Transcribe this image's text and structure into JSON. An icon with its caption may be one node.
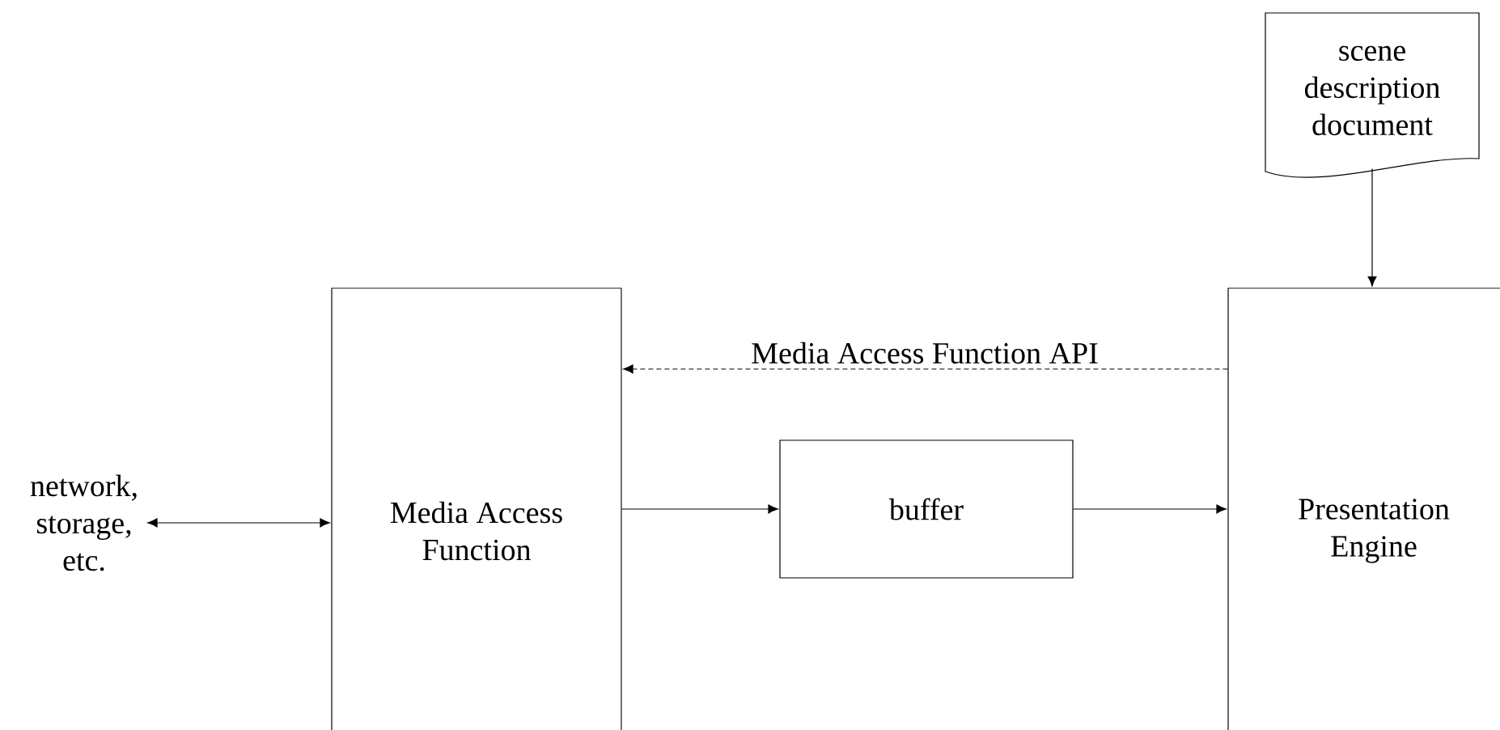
{
  "diagram": {
    "nodes": [
      {
        "text": [
          "scene description document"
        ]
      },
      {
        "text": [
          "network, storage, etc."
        ]
      },
      {
        "text": [
          "Media Access Function"
        ]
      },
      {
        "text": [
          "buffer"
        ]
      },
      {
        "text": [
          "Presentation Engine"
        ]
      }
    ],
    "edges": [
      {
        "from": 0,
        "to": 4,
        "arrow": "to"
      },
      {
        "from": 4,
        "to": 2,
        "arrow": "to",
        "style": "dashed",
        "label": "Media Access Function API"
      },
      {
        "from": 1,
        "to": 2,
        "arrow": "both"
      },
      {
        "from": 2,
        "to": 3,
        "arrow": "to"
      },
      {
        "from": 3,
        "to": 4,
        "arrow": "to"
      }
    ]
  }
}
